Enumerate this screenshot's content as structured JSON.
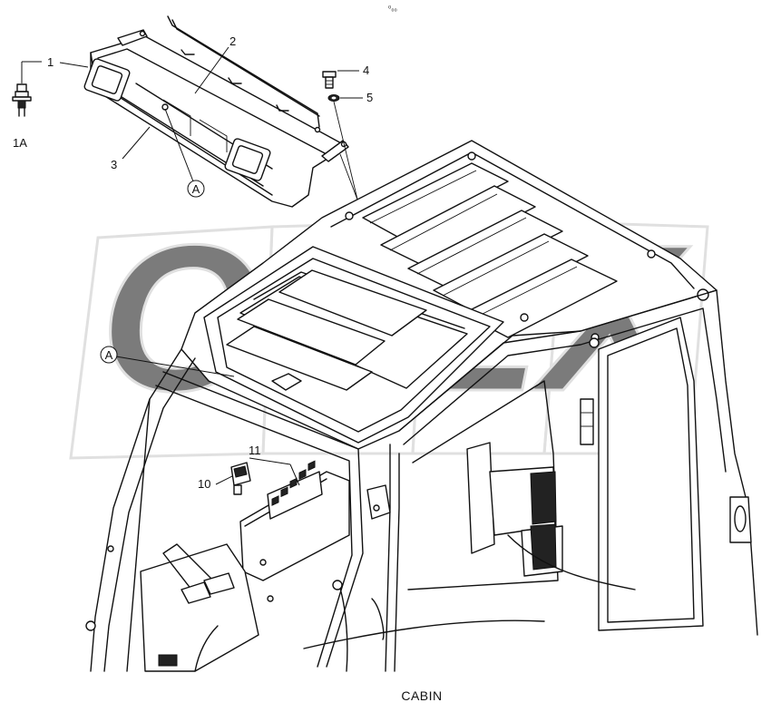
{
  "diagram": {
    "title": "CABIN",
    "corner_mark": "⁰₀₀",
    "watermark": "OPEX",
    "callouts": {
      "c1": "1",
      "c1a": "1A",
      "c2": "2",
      "c3": "3",
      "c4": "4",
      "c5": "5",
      "c10": "10",
      "c11": "11",
      "detail_a_top": "A",
      "detail_a_mid": "A"
    }
  }
}
